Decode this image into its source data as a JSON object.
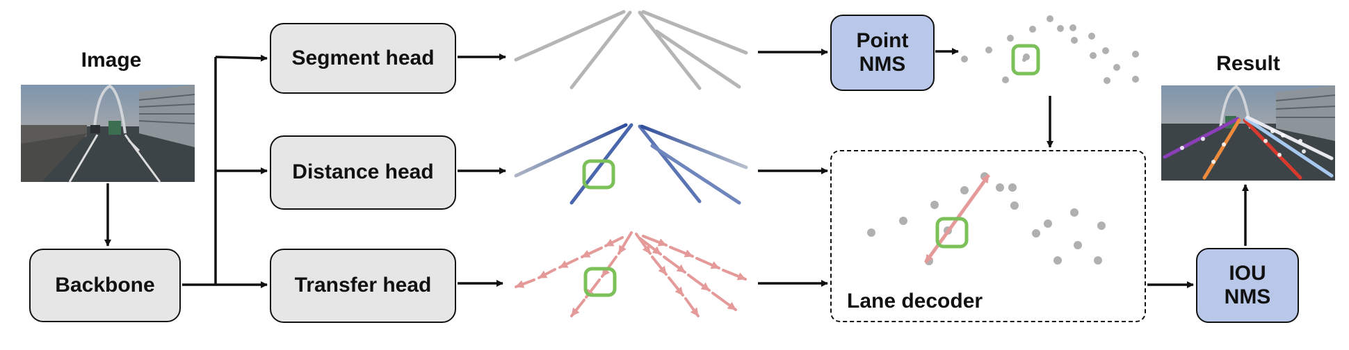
{
  "labels": {
    "image_title": "Image",
    "result_title": "Result",
    "lane_decoder": "Lane decoder"
  },
  "boxes": {
    "backbone": "Backbone",
    "segment_head": "Segment head",
    "distance_head": "Distance head",
    "transfer_head": "Transfer head",
    "point_nms": "Point NMS",
    "iou_nms": "IOU NMS"
  },
  "colors": {
    "box_grey": "#e6e6e6",
    "box_blue": "#b9c8e8",
    "lane_grey": "#b3b3b3",
    "lane_blue": "#3e5fa8",
    "arrow_red": "#e59a9a",
    "highlight_green": "#7cc05a",
    "point_grey": "#b0b0b0",
    "result_purple": "#8a3fb8",
    "result_orange": "#ee8a3c",
    "result_red": "#d83a2e",
    "result_lightblue": "#a7c8ef",
    "result_white": "#e8e8f0"
  }
}
